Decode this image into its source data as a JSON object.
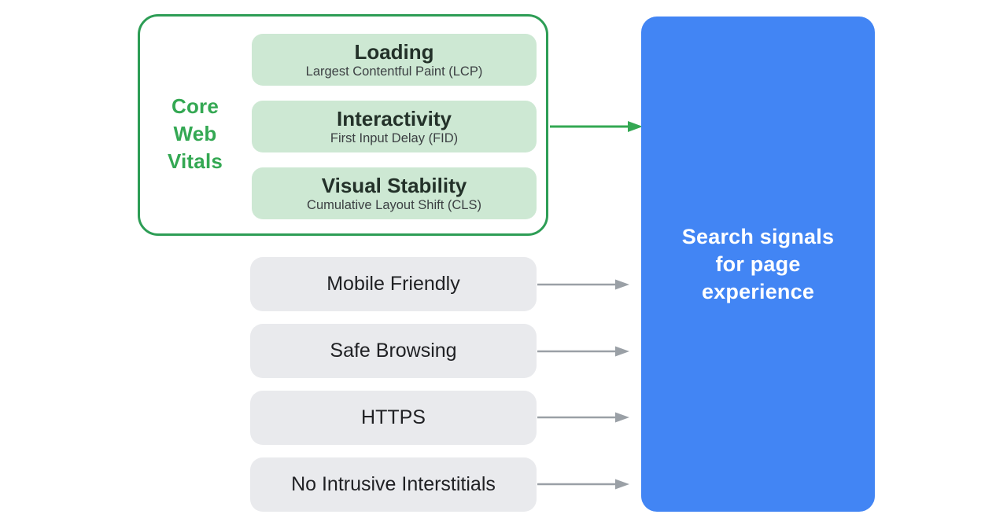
{
  "diagram": {
    "core_web_vitals": {
      "label": "Core Web Vitals",
      "items": [
        {
          "title": "Loading",
          "subtitle": "Largest Contentful Paint (LCP)"
        },
        {
          "title": "Interactivity",
          "subtitle": "First Input Delay (FID)"
        },
        {
          "title": "Visual Stability",
          "subtitle": "Cumulative Layout Shift (CLS)"
        }
      ]
    },
    "other_signals": [
      {
        "label": "Mobile Friendly"
      },
      {
        "label": "Safe Browsing"
      },
      {
        "label": "HTTPS"
      },
      {
        "label": "No Intrusive Interstitials"
      }
    ],
    "result": {
      "label": "Search signals for page experience"
    },
    "colors": {
      "green_accent": "#34A853",
      "green_border": "#2d9d55",
      "green_pill_bg": "#CDE8D3",
      "gray_pill_bg": "#E9EAED",
      "gray_arrow": "#9AA0A6",
      "blue_box": "#4285F4",
      "title_text": "#233129",
      "subtitle_text": "#3C4043",
      "signal_text": "#202124",
      "result_text": "#FFFFFF"
    }
  }
}
